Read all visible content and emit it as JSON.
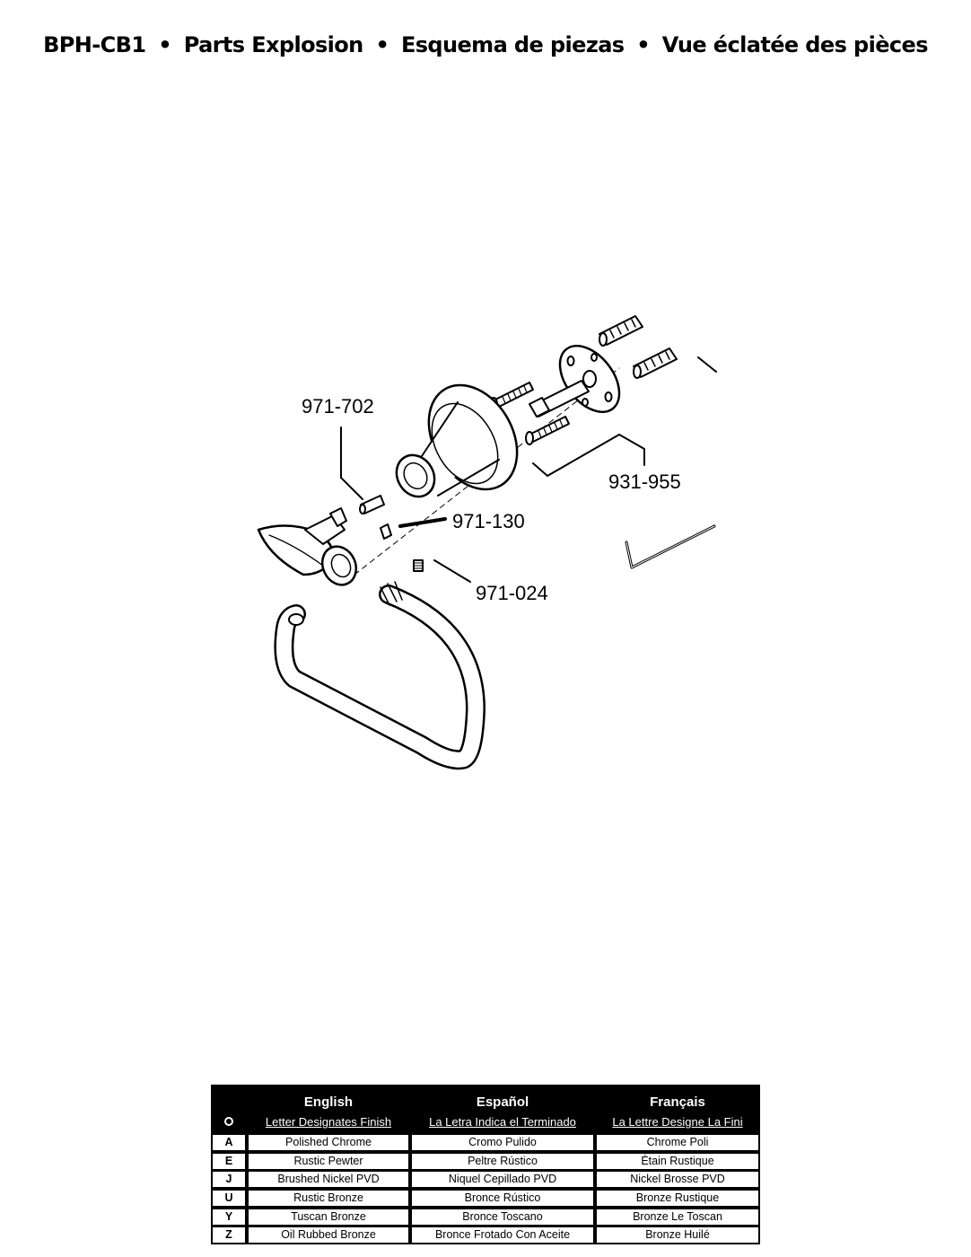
{
  "header": {
    "model": "BPH-CB1",
    "sections": [
      "Parts Explosion",
      "Esquema de piezas",
      "Vue éclatée des pièces"
    ],
    "separator": "•"
  },
  "callouts": {
    "part_971_702": "971-702",
    "part_931_955": "931-955",
    "part_971_130": "971-130",
    "part_971_024": "971-024"
  },
  "finish_table": {
    "headers": [
      "English",
      "Español",
      "Français"
    ],
    "subheaders": [
      "Letter Designates Finish",
      "La Letra Indica el Terminado",
      "La Lettre Designe La Fini"
    ],
    "rows": [
      {
        "code": "A",
        "en": "Polished Chrome",
        "es": "Cromo Pulido",
        "fr": "Chrome Poli"
      },
      {
        "code": "E",
        "en": "Rustic Pewter",
        "es": "Peltre Rústico",
        "fr": "Étain Rustique"
      },
      {
        "code": "J",
        "en": "Brushed Nickel PVD",
        "es": "Niquel Cepillado PVD",
        "fr": "Nickel Brosse PVD"
      },
      {
        "code": "U",
        "en": "Rustic Bronze",
        "es": "Bronce Rústico",
        "fr": "Bronze Rustique"
      },
      {
        "code": "Y",
        "en": "Tuscan Bronze",
        "es": "Bronce Toscano",
        "fr": "Bronze Le Toscan"
      },
      {
        "code": "Z",
        "en": "Oil Rubbed Bronze",
        "es": "Bronce Frotado Con Aceite",
        "fr": "Bronze Huilé"
      }
    ]
  }
}
